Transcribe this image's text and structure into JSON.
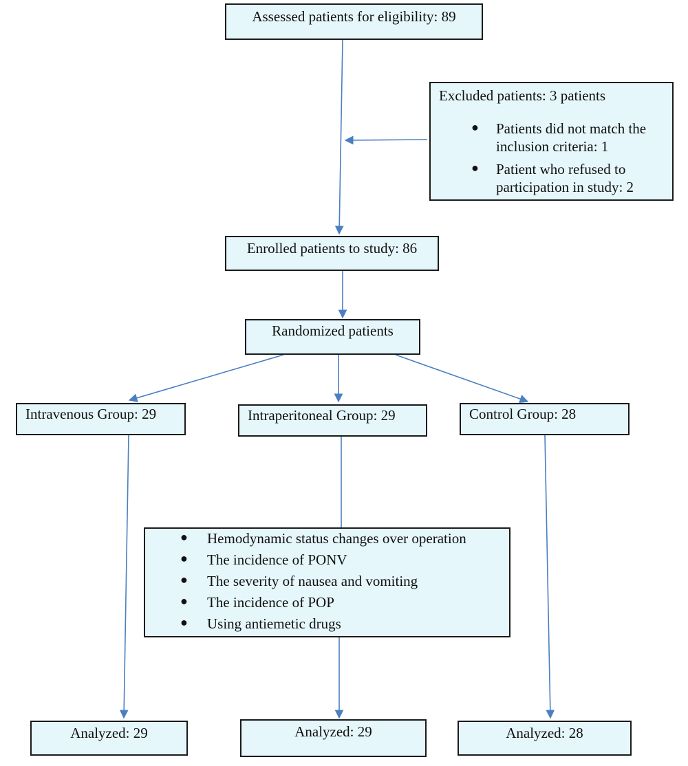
{
  "assessed": {
    "label": "Assessed patients for eligibility: 89"
  },
  "excluded": {
    "title": "Excluded patients: 3 patients",
    "items": [
      "Patients did not match the inclusion criteria: 1",
      "Patient who refused to participation in study: 2"
    ]
  },
  "enrolled": {
    "label": "Enrolled patients to study: 86"
  },
  "randomized": {
    "label": "Randomized patients"
  },
  "groups": [
    {
      "label": "Intravenous Group: 29"
    },
    {
      "label": "Intraperitoneal Group: 29"
    },
    {
      "label": "Control Group: 28"
    }
  ],
  "outcomes": {
    "items": [
      "Hemodynamic status changes over operation",
      "The incidence of PONV",
      "The severity of nausea and vomiting",
      "The incidence of POP",
      "Using antiemetic drugs"
    ]
  },
  "analyzed": [
    {
      "label": "Analyzed: 29"
    },
    {
      "label": "Analyzed: 29"
    },
    {
      "label": "Analyzed: 28"
    }
  ],
  "colors": {
    "box_fill": "#e6f7fc",
    "border": "#1a1a1a",
    "arrow": "#4a7fc1"
  }
}
